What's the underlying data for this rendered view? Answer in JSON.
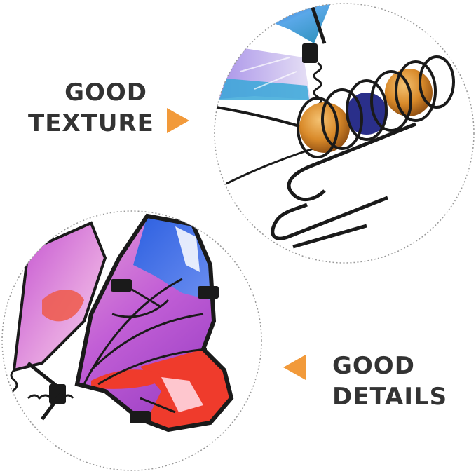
{
  "captions": {
    "top": {
      "line1": "GOOD",
      "line2": "TEXTURE"
    },
    "bottom": {
      "line1": "GOOD",
      "line2": "DETAILS"
    }
  },
  "colors": {
    "accent_arrow": "#f29a3a",
    "caption_text": "#333333",
    "circle_border": "#999999",
    "wire": "#1a1a1a",
    "bead_amber": "#d98a2a",
    "wing_blue": "#3b6fe0",
    "wing_pink": "#c25fd6",
    "wing_red": "#ef3b2c"
  },
  "images": {
    "top_circle": "butterfly-hook-closeup",
    "bottom_circle": "butterfly-wing-closeup"
  }
}
